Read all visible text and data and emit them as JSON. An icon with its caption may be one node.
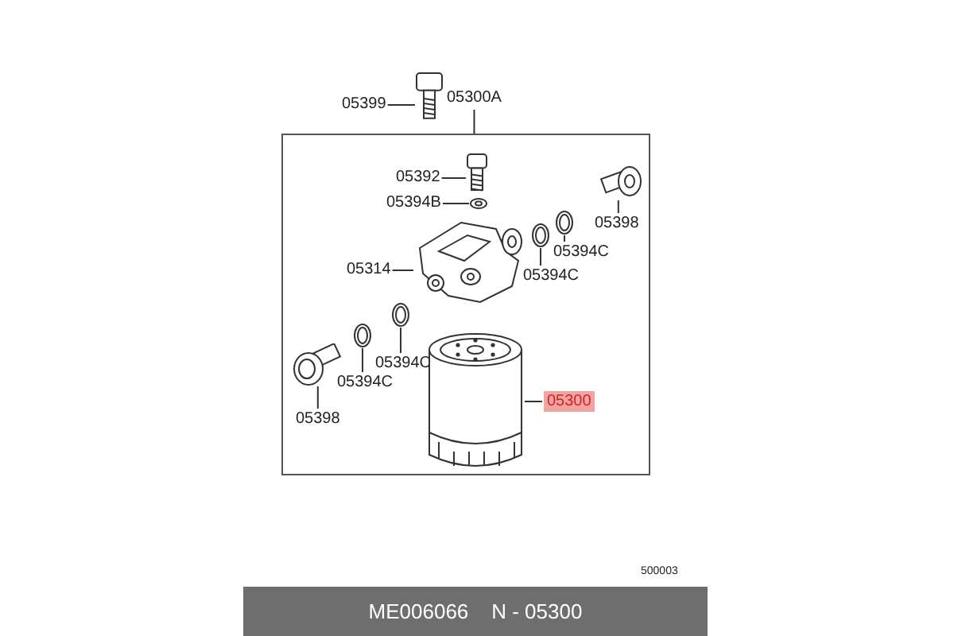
{
  "diagram": {
    "nodes": [
      {
        "text": [],
        "shape": "box"
      },
      {
        "text": [
          "05399"
        ]
      },
      {
        "text": [],
        "shape": "picture"
      },
      {
        "text": [
          "05300A"
        ]
      },
      {
        "text": [
          "05392"
        ],
        "in": 0
      },
      {
        "text": [],
        "shape": "picture",
        "in": 0
      },
      {
        "text": [
          "05394B"
        ],
        "in": 0
      },
      {
        "text": [],
        "shape": "picture",
        "in": 0
      },
      {
        "text": [
          "05398"
        ],
        "in": 0
      },
      {
        "text": [],
        "shape": "picture",
        "in": 0
      },
      {
        "text": [
          "05394C"
        ],
        "in": 0
      },
      {
        "text": [],
        "shape": "picture",
        "in": 0
      },
      {
        "text": [
          "05314"
        ],
        "in": 0
      },
      {
        "text": [],
        "shape": "picture",
        "in": 0
      },
      {
        "text": [
          "05394C"
        ],
        "in": 0
      },
      {
        "text": [],
        "shape": "picture",
        "in": 0
      },
      {
        "text": [
          "05394C"
        ],
        "in": 0
      },
      {
        "text": [],
        "shape": "picture",
        "in": 0
      },
      {
        "text": [
          "05394C"
        ],
        "in": 0
      },
      {
        "text": [],
        "shape": "picture",
        "in": 0
      },
      {
        "text": [
          "05398"
        ],
        "in": 0
      },
      {
        "text": [],
        "shape": "picture",
        "in": 0
      },
      {
        "text": [
          "05300"
        ],
        "in": 0
      },
      {
        "text": [],
        "shape": "picture",
        "in": 0
      }
    ],
    "edges": [
      {
        "from": 1,
        "to": 2,
        "arrow": "none"
      },
      {
        "from": 3,
        "to": 0,
        "arrow": "none"
      },
      {
        "from": 4,
        "to": 5,
        "arrow": "none"
      },
      {
        "from": 6,
        "to": 7,
        "arrow": "none"
      },
      {
        "from": 8,
        "to": 9,
        "arrow": "none"
      },
      {
        "from": 10,
        "to": 11,
        "arrow": "none"
      },
      {
        "from": 12,
        "to": 13,
        "arrow": "none"
      },
      {
        "from": 14,
        "to": 15,
        "arrow": "none"
      },
      {
        "from": 16,
        "to": 17,
        "arrow": "none"
      },
      {
        "from": 18,
        "to": 19,
        "arrow": "none"
      },
      {
        "from": 20,
        "to": 21,
        "arrow": "none"
      },
      {
        "from": 22,
        "to": 23,
        "arrow": "none"
      }
    ],
    "labels": [
      "500003",
      "ME006066    N - 05300"
    ]
  }
}
